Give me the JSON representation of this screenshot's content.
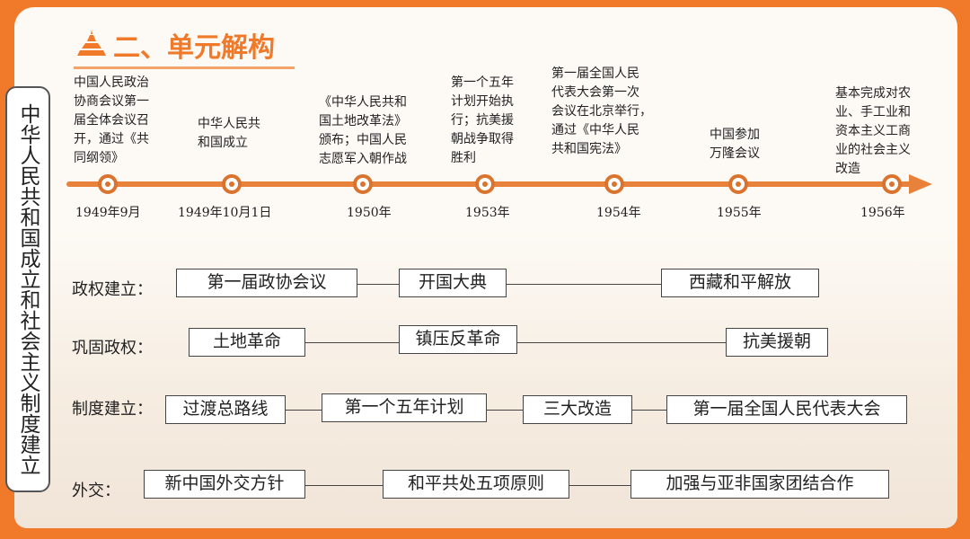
{
  "header": {
    "title": "二、单元解构"
  },
  "side_title": "中华人民共和国成立和社会主义制度建立",
  "timeline": [
    {
      "year": "1949年9月",
      "event": "中国人民政治\n协商会议第一\n届全体会议召\n开，通过《共\n同纲领》"
    },
    {
      "year": "1949年10月1日",
      "event": "中华人民共\n和国成立"
    },
    {
      "year": "1950年",
      "event": "《中华人民共和\n国土地改革法》\n颁布；中国人民\n志愿军入朝作战"
    },
    {
      "year": "1953年",
      "event": "第一个五年\n计划开始执\n行；抗美援\n朝战争取得\n胜利"
    },
    {
      "year": "1954年",
      "event": "第一届全国人民\n代表大会第一次\n会议在北京举行，\n通过《中华人民\n共和国宪法》"
    },
    {
      "year": "1955年",
      "event": "中国参加\n万隆会议"
    },
    {
      "year": "1956年",
      "event": "基本完成对农\n业、手工业和\n资本主义工商\n业的社会主义\n改造"
    }
  ],
  "rows": [
    {
      "label": "政权建立：",
      "items": [
        "第一届政协会议",
        "开国大典",
        "西藏和平解放"
      ]
    },
    {
      "label": "巩固政权：",
      "items": [
        "土地革命",
        "镇压反革命",
        "抗美援朝"
      ]
    },
    {
      "label": "制度建立：",
      "items": [
        "过渡总路线",
        "第一个五年计划",
        "三大改造",
        "第一届全国人民代表大会"
      ]
    },
    {
      "label": "外交：",
      "items": [
        "新中国外交方针",
        "和平共处五项原则",
        "加强与亚非国家团结合作"
      ]
    }
  ],
  "colors": {
    "accent": "#f07a2a",
    "timeline": "#e8823a",
    "background": "#fdfaf5"
  }
}
